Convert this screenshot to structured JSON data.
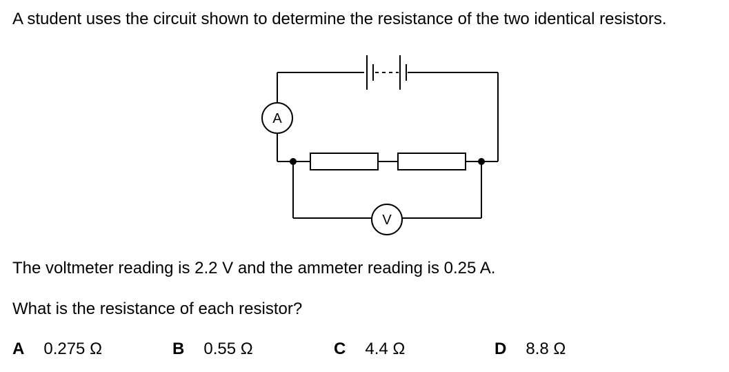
{
  "question": {
    "intro": "A student uses the circuit shown to determine the resistance of the two identical resistors.",
    "reading": "The voltmeter reading is 2.2 V and the ammeter reading is 0.25 A.",
    "prompt": "What is the resistance of each resistor?"
  },
  "diagram": {
    "ammeter_label": "A",
    "voltmeter_label": "V"
  },
  "options": [
    {
      "letter": "A",
      "value": "0.275 Ω"
    },
    {
      "letter": "B",
      "value": "0.55 Ω"
    },
    {
      "letter": "C",
      "value": "4.4 Ω"
    },
    {
      "letter": "D",
      "value": "8.8 Ω"
    }
  ]
}
